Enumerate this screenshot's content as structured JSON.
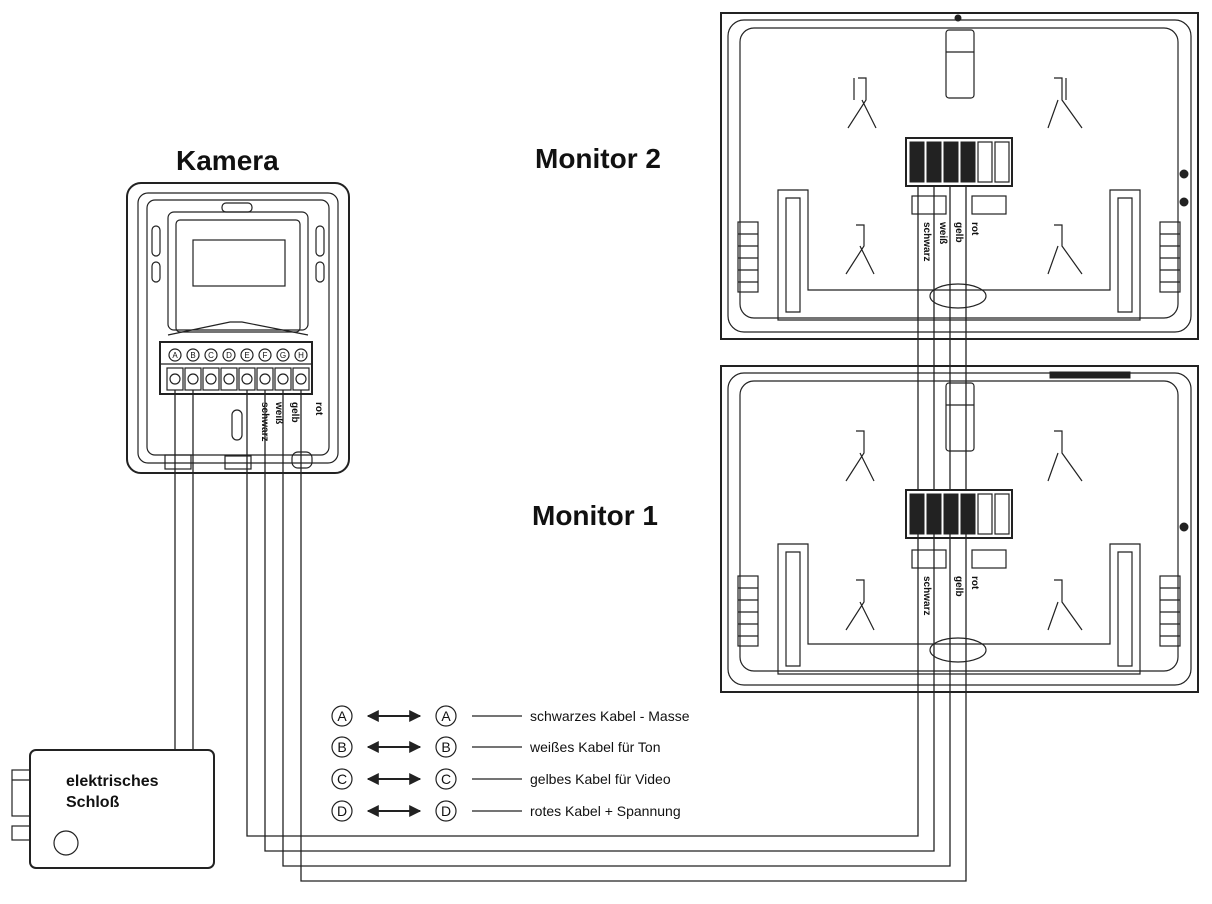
{
  "labels": {
    "camera": "Kamera",
    "monitor2": "Monitor 2",
    "monitor1": "Monitor 1",
    "lock_line1": "elektrisches",
    "lock_line2": "Schloß"
  },
  "wire_labels": {
    "black": "schwarz",
    "white": "weiß",
    "yellow": "gelb",
    "red": "rot",
    "a": "A",
    "b": "B",
    "c": "C",
    "d": "D"
  },
  "camera_terminals": [
    "A",
    "B",
    "C",
    "D",
    "E",
    "F",
    "G",
    "H"
  ],
  "legend": [
    {
      "from": "A",
      "to": "A",
      "text": "schwarzes Kabel - Masse"
    },
    {
      "from": "B",
      "to": "B",
      "text": "weißes Kabel für Ton"
    },
    {
      "from": "C",
      "to": "C",
      "text": "gelbes Kabel für Video"
    },
    {
      "from": "D",
      "to": "D",
      "text": "rotes Kabel + Spannung"
    }
  ],
  "colors": {
    "line": "#222222",
    "background": "#ffffff"
  }
}
